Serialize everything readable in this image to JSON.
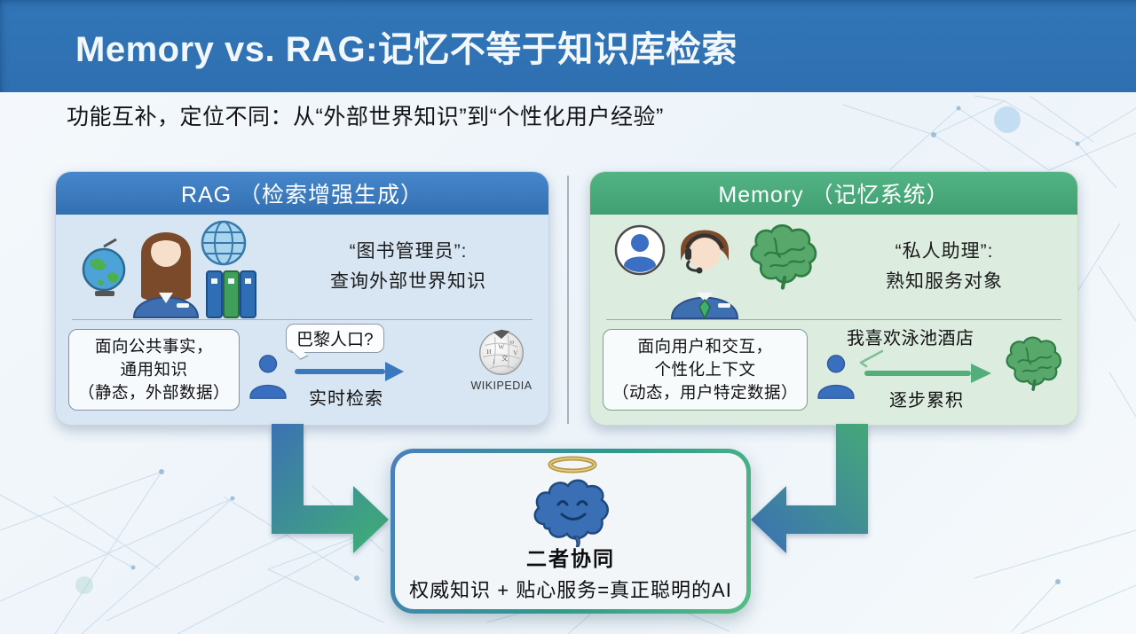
{
  "header": {
    "title": "Memory vs. RAG:记忆不等于知识库检索"
  },
  "subtitle": "功能互补，定位不同：从“外部世界知识”到“个性化用户经验”",
  "rag_panel": {
    "title": "RAG （检索增强生成）",
    "role_line1": "“图书管理员”:",
    "role_line2": "查询外部世界知识",
    "feature_line1": "面向公共事实，",
    "feature_line2": "通用知识",
    "feature_line3": "（静态，外部数据）",
    "query_bubble": "巴黎人口?",
    "arrow_label": "实时检索",
    "source_label": "WIKIPEDIA"
  },
  "memory_panel": {
    "title": "Memory （记忆系统）",
    "role_line1": "“私人助理”:",
    "role_line2": "熟知服务对象",
    "feature_line1": "面向用户和交互，",
    "feature_line2": "个性化上下文",
    "feature_line3": "（动态，用户特定数据）",
    "query_bubble": "我喜欢泳池酒店",
    "arrow_label": "逐步累积"
  },
  "synergy_box": {
    "title": "二者协同",
    "formula": "权威知识 + 贴心服务=真正聪明的AI"
  },
  "colors": {
    "header_blue": "#2e6fb0",
    "rag_header_blue": "#3270b2",
    "rag_body": "#d8e5f2",
    "memory_header_green": "#41a071",
    "memory_body": "#dcecdf",
    "arrow_blue": "#3c72b3",
    "arrow_green": "#3fae76",
    "person_blue": "#3a6fc0",
    "brain_green": "#58a86b",
    "brain_blue": "#3a6fb5",
    "halo_gold": "#b89a45"
  }
}
